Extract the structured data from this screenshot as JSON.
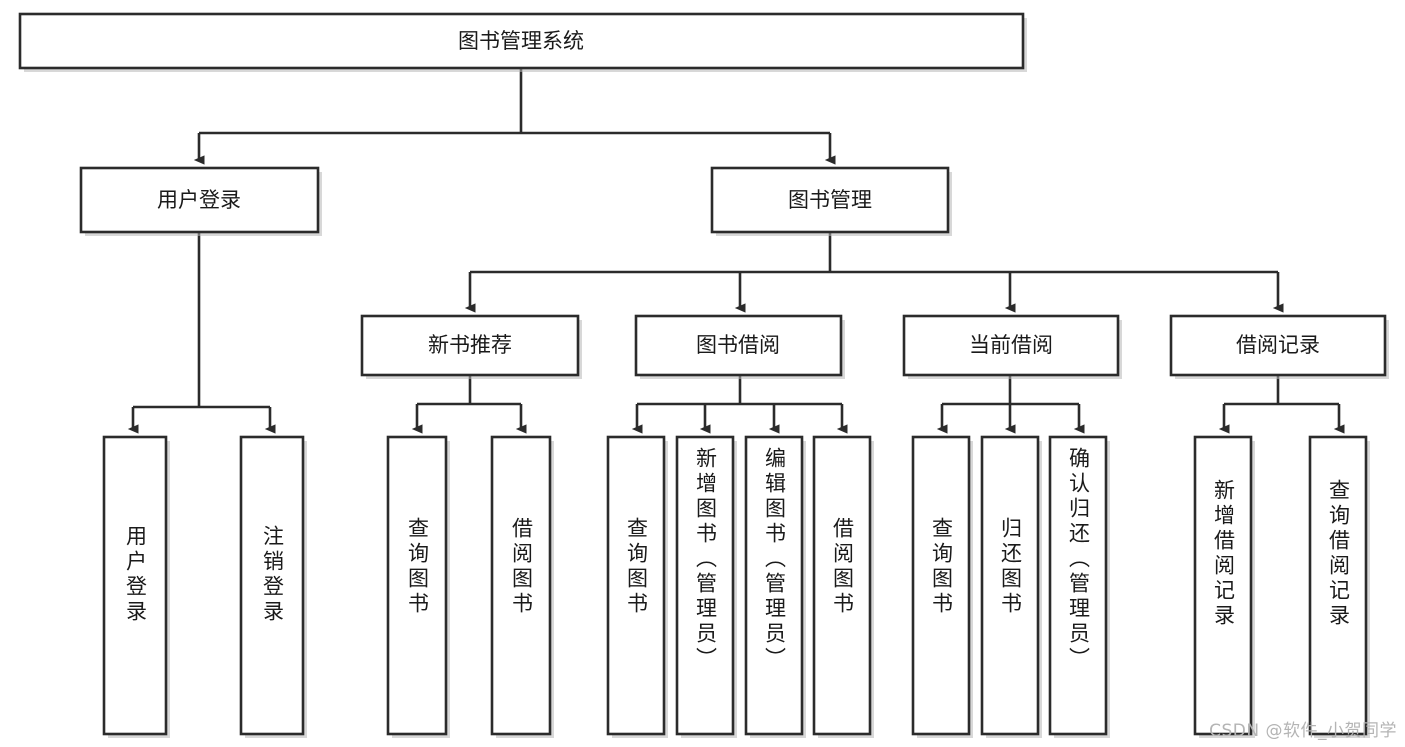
{
  "diagram": {
    "type": "hierarchy-tree",
    "title": "图书管理系统",
    "watermark": "CSDN @软件_小贺同学",
    "colors": {
      "box_fill": "#ffffff",
      "box_stroke": "#2b2b2b",
      "text": "#1a1a1a",
      "watermark": "#b4b4b4",
      "background": "#ffffff"
    },
    "nodes": {
      "root": {
        "label": "图书管理系统",
        "level": 0,
        "orientation": "horizontal"
      },
      "l1": [
        {
          "id": "user-login",
          "label": "用户登录",
          "level": 1,
          "orientation": "horizontal"
        },
        {
          "id": "book-manage",
          "label": "图书管理",
          "level": 1,
          "orientation": "horizontal"
        }
      ],
      "l2": [
        {
          "id": "new-book-recommend",
          "label": "新书推荐",
          "level": 2,
          "orientation": "horizontal",
          "parent": "book-manage"
        },
        {
          "id": "book-borrow",
          "label": "图书借阅",
          "level": 2,
          "orientation": "horizontal",
          "parent": "book-manage"
        },
        {
          "id": "current-borrow",
          "label": "当前借阅",
          "level": 2,
          "orientation": "horizontal",
          "parent": "book-manage"
        },
        {
          "id": "borrow-record",
          "label": "借阅记录",
          "level": 2,
          "orientation": "horizontal",
          "parent": "book-manage"
        }
      ],
      "leaves": [
        {
          "id": "leaf-user-login",
          "label": "用户登录",
          "parent": "user-login"
        },
        {
          "id": "leaf-logout-login",
          "label": "注销登录",
          "parent": "user-login"
        },
        {
          "id": "leaf-query-book-1",
          "label": "查询图书",
          "parent": "new-book-recommend"
        },
        {
          "id": "leaf-borrow-book-1",
          "label": "借阅图书",
          "parent": "new-book-recommend"
        },
        {
          "id": "leaf-query-book-2",
          "label": "查询图书",
          "parent": "book-borrow"
        },
        {
          "id": "leaf-add-book",
          "label": "新增图书（管理员）",
          "parent": "book-borrow"
        },
        {
          "id": "leaf-edit-book",
          "label": "编辑图书（管理员）",
          "parent": "book-borrow"
        },
        {
          "id": "leaf-borrow-book-2",
          "label": "借阅图书",
          "parent": "book-borrow"
        },
        {
          "id": "leaf-query-book-3",
          "label": "查询图书",
          "parent": "current-borrow"
        },
        {
          "id": "leaf-return-book",
          "label": "归还图书",
          "parent": "current-borrow"
        },
        {
          "id": "leaf-confirm-return",
          "label": "确认归还（管理员）",
          "parent": "current-borrow"
        },
        {
          "id": "leaf-add-record",
          "label": "新增借阅记录",
          "parent": "borrow-record"
        },
        {
          "id": "leaf-query-record",
          "label": "查询借阅记录",
          "parent": "borrow-record"
        }
      ]
    }
  }
}
